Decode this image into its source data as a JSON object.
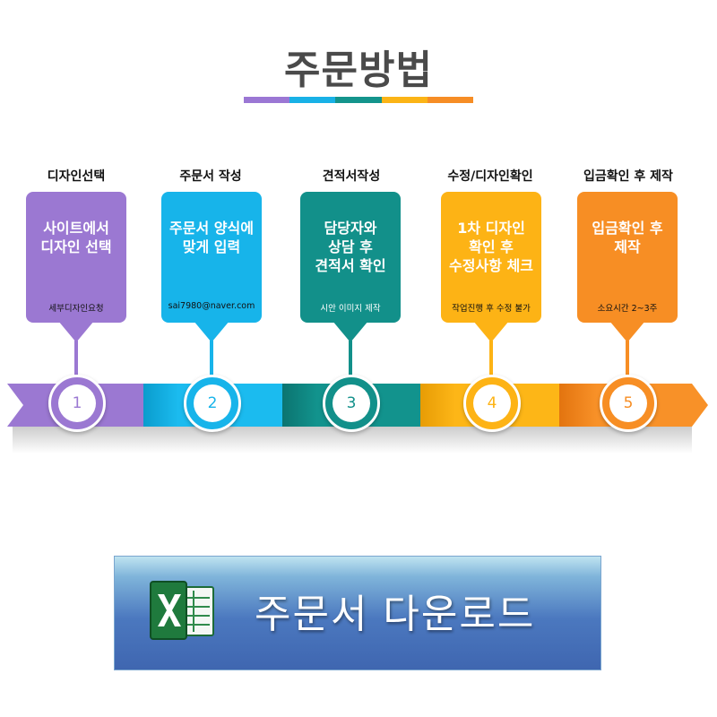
{
  "title": "주문방법",
  "title_bar_colors": [
    "#9b77d4",
    "#18b1e6",
    "#14948c",
    "#fbb416",
    "#f68d25"
  ],
  "steps": [
    {
      "label": "디자인선택",
      "main": "사이트에서\n디자인 선택",
      "sub": "세부디자인요청",
      "number": "1",
      "color": "#9b78d2",
      "sub_color": "#111111"
    },
    {
      "label": "주문서 작성",
      "main": "주문서 양식에\n맞게 입력",
      "sub": "sai7980@naver.com",
      "number": "2",
      "color": "#17b4ea",
      "sub_color": "#111111"
    },
    {
      "label": "견적서작성",
      "main": "담당자와\n상담 후\n견적서 확인",
      "sub": "시안 이미지 제작",
      "number": "3",
      "color": "#12908a",
      "sub_color": "#ffffff"
    },
    {
      "label": "수정/디자인확인",
      "main": "1차 디자인\n확인 후\n수정사항 체크",
      "sub": "작업진행 후 수정 불가",
      "number": "4",
      "color": "#fdb315",
      "sub_color": "#111111"
    },
    {
      "label": "입금확인 후 제작",
      "main": "입금확인 후\n제작",
      "sub": "소요시간 2~3주",
      "number": "5",
      "color": "#f78e24",
      "sub_color": "#111111"
    }
  ],
  "download": {
    "label": "주문서 다운로드",
    "icon": "excel-icon"
  }
}
